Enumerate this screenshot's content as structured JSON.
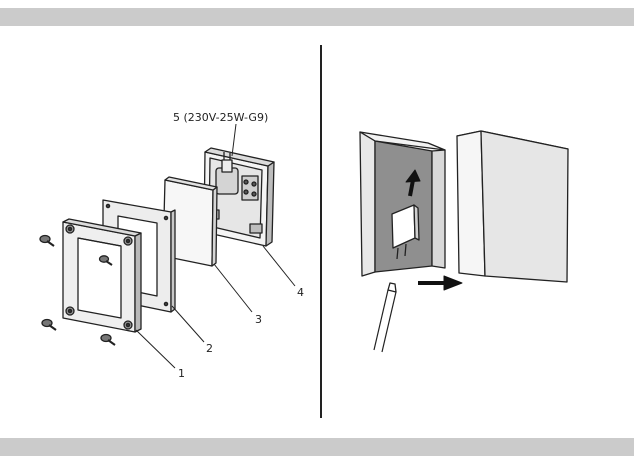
{
  "labels": {
    "part5": "5 (230V-25W-G9)",
    "part4": "4",
    "part3": "3",
    "part2": "2",
    "part1": "1"
  },
  "colors": {
    "band": "#cbcbcb",
    "stroke": "#222222",
    "wall_shadow": "#8f8f8f",
    "wall_light": "#e8e8e8",
    "arrow": "#111111"
  }
}
